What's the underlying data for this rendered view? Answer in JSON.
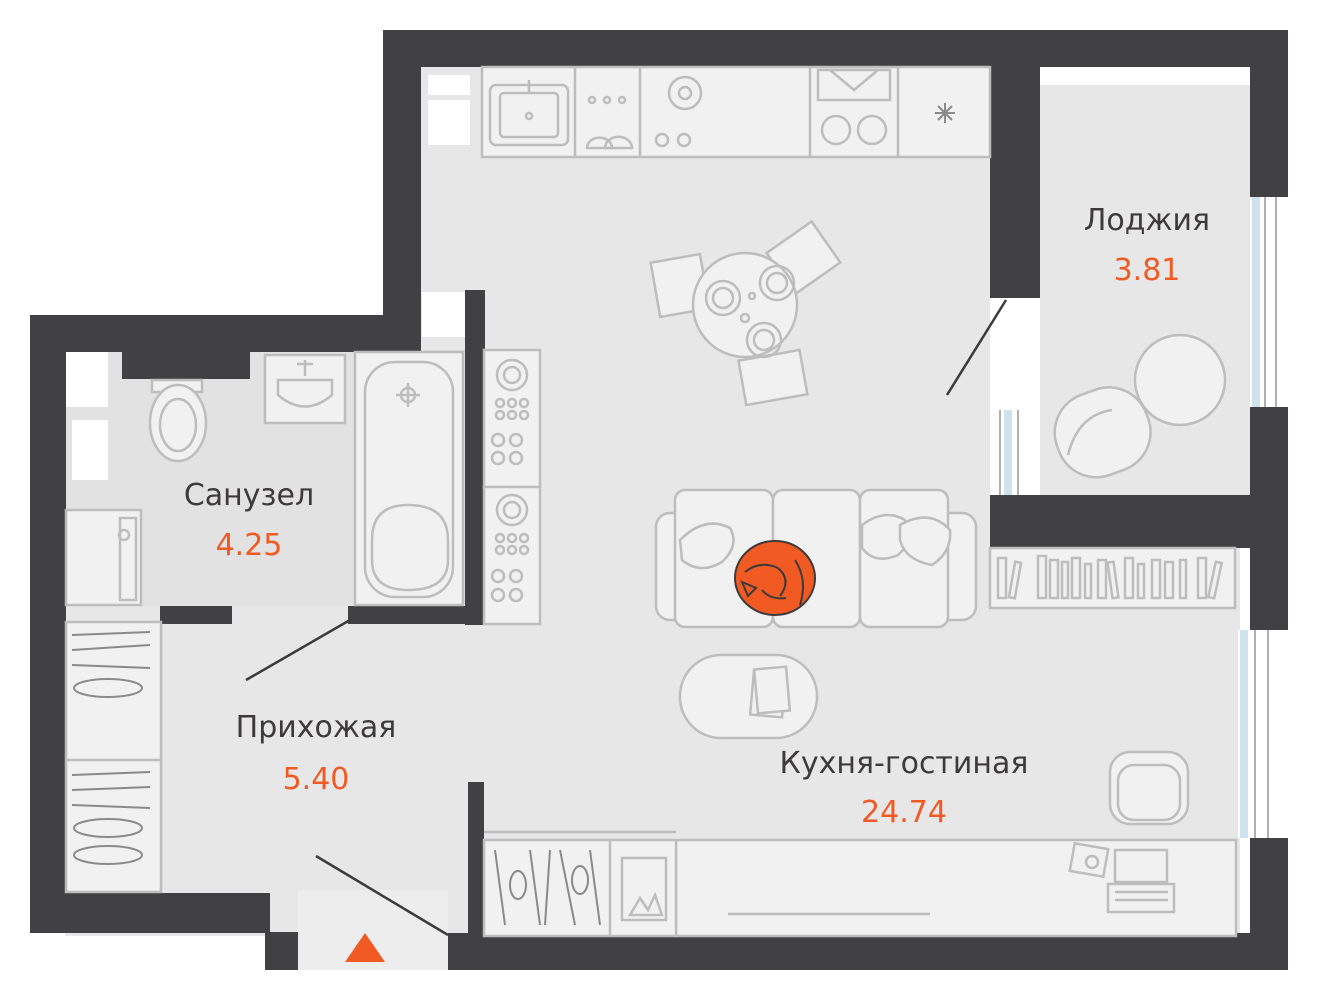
{
  "rooms": [
    {
      "id": "loggia",
      "name": "Лоджия",
      "area": "3.81"
    },
    {
      "id": "bathroom",
      "name": "Санузел",
      "area": "4.25"
    },
    {
      "id": "hallway",
      "name": "Прихожая",
      "area": "5.40"
    },
    {
      "id": "kitchen-living",
      "name": "Кухня-гостиная",
      "area": "24.74"
    }
  ],
  "colors": {
    "wall": "#414042",
    "floor": "#e7e7e8",
    "wet_floor": "#e2e2e3",
    "furniture_stroke": "#bdbdbd",
    "accent": "#f15a22",
    "window_glass": "#cfe3ee"
  },
  "icons": {
    "entrance": "entrance-triangle-icon",
    "cat": "cat-icon"
  }
}
